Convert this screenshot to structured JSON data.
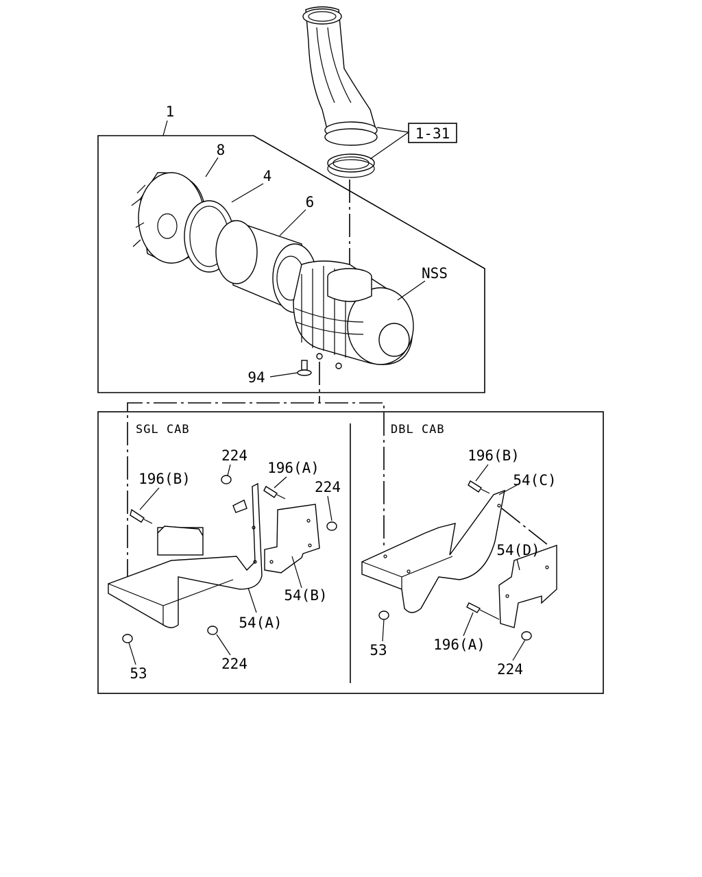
{
  "labels": {
    "assembly": "1",
    "ref_box": "1-31",
    "cover": "8",
    "gasket": "4",
    "element": "6",
    "nss": "NSS",
    "bolt_94": "94",
    "sgl_224_top": "224",
    "sgl_196a": "196(A)",
    "sgl_224_right": "224",
    "sgl_196b": "196(B)",
    "sgl_54b": "54(B)",
    "sgl_54a": "54(A)",
    "sgl_224_bottom": "224",
    "sgl_53": "53",
    "dbl_196b": "196(B)",
    "dbl_54c": "54(C)",
    "dbl_54d": "54(D)",
    "dbl_53": "53",
    "dbl_196a": "196(A)",
    "dbl_224": "224"
  },
  "sections": {
    "sgl": "SGL CAB",
    "dbl": "DBL CAB"
  }
}
